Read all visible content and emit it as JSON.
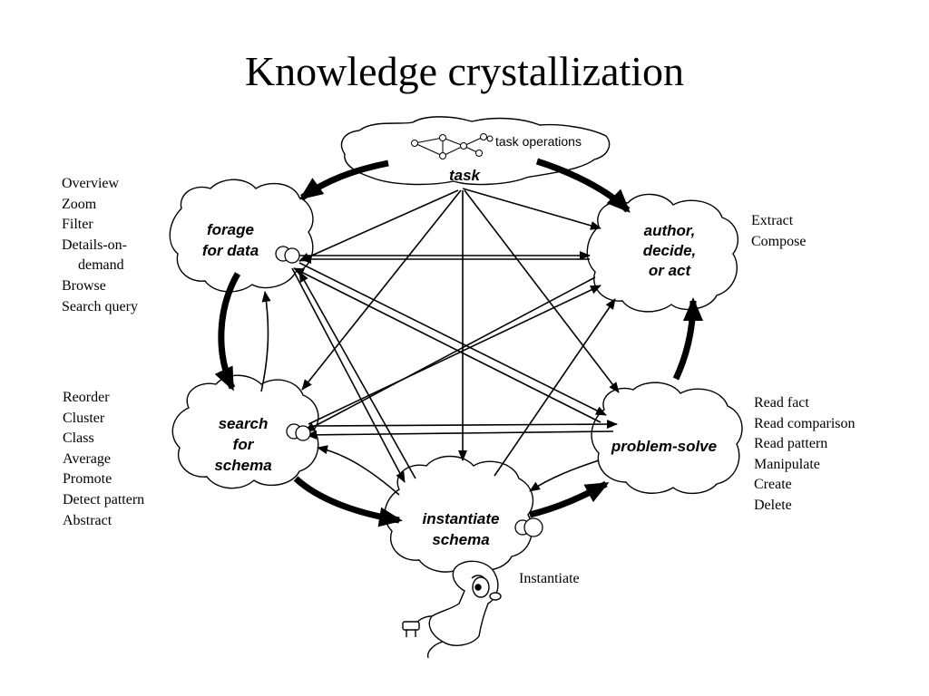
{
  "title": "Knowledge crystallization",
  "nodes": {
    "task": "task",
    "task_operations": "task operations",
    "forage": [
      "forage",
      "for data"
    ],
    "author": [
      "author,",
      "decide,",
      "or act"
    ],
    "search": [
      "search",
      "for",
      "schema"
    ],
    "problem": "problem-solve",
    "instantiate": [
      "instantiate",
      "schema"
    ]
  },
  "forage_ops": [
    "Overview",
    "Zoom",
    "Filter",
    "Details-on-",
    "demand",
    "Browse",
    "Search query"
  ],
  "author_ops": [
    "Extract",
    "Compose"
  ],
  "search_ops": [
    "Reorder",
    "Cluster",
    "Class",
    "Average",
    "Promote",
    "Detect pattern",
    "Abstract"
  ],
  "problem_ops": [
    "Read fact",
    "Read comparison",
    "Read pattern",
    "Manipulate",
    "Create",
    "Delete"
  ],
  "instantiate_label": "Instantiate"
}
